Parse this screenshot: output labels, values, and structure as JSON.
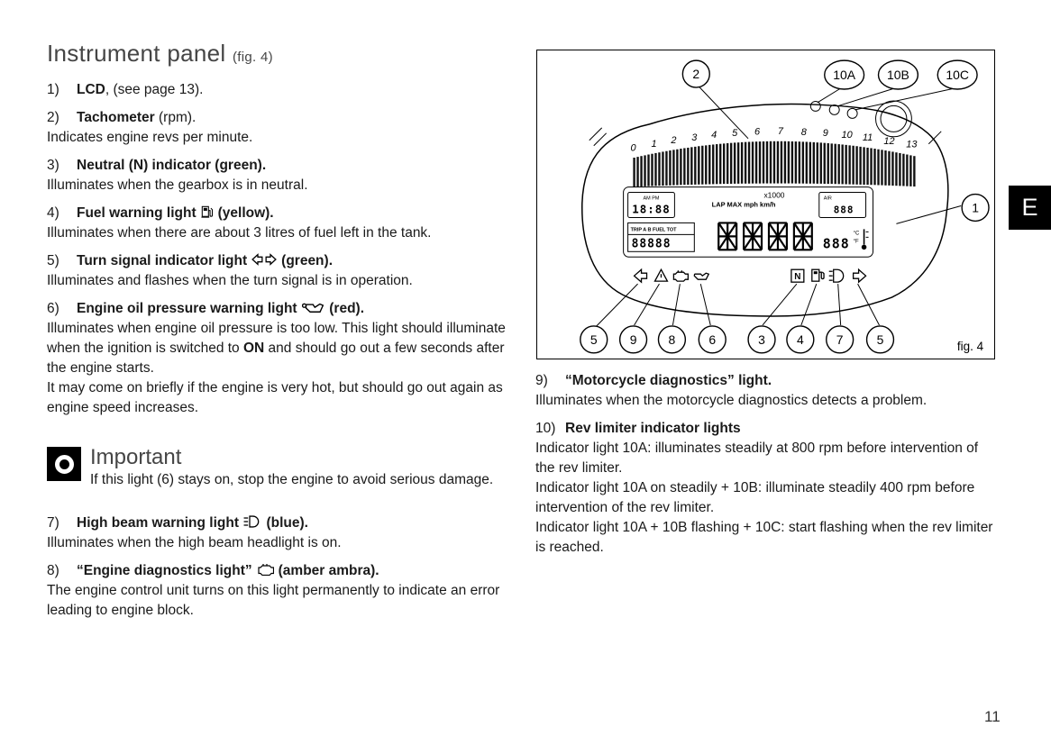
{
  "page": {
    "number": "11",
    "tab_letter": "E"
  },
  "title": {
    "main": "Instrument panel",
    "fig": "(fig. 4)"
  },
  "items": {
    "i1": {
      "num": "1)",
      "term": "LCD",
      "rest": ", (see page 13)."
    },
    "i2": {
      "num": "2)",
      "term": "Tachometer",
      "rest": " (rpm).",
      "body": "Indicates engine revs per minute."
    },
    "i3": {
      "num": "3)",
      "term": "Neutral (N) indicator (green).",
      "body": "Illuminates when the gearbox is in neutral."
    },
    "i4": {
      "num": "4)",
      "term": "Fuel warning light",
      "color": "(yellow).",
      "body": "Illuminates when there are about 3 litres of fuel left in the tank."
    },
    "i5": {
      "num": "5)",
      "term": "Turn signal indicator light",
      "color": "(green).",
      "body": "Illuminates and flashes when the turn signal is in operation."
    },
    "i6": {
      "num": "6)",
      "term": "Engine oil pressure warning light",
      "color": "(red).",
      "body_a": "Illuminates when engine oil pressure is too low. This light should illuminate when the ignition is switched to ",
      "body_on": "ON",
      "body_b": " and should go out a few seconds after the engine starts.",
      "body_c": "It may come on briefly if the engine is very hot, but should go out again as engine speed increases."
    },
    "i7": {
      "num": "7)",
      "term": "High beam warning light",
      "color": "(blue).",
      "body": "Illuminates when the high beam headlight is on."
    },
    "i8": {
      "num": "8)",
      "term": "“Engine diagnostics light”",
      "color": "(amber ambra).",
      "body": "The engine control unit turns on this light permanently to indicate an error leading to engine block."
    },
    "i9": {
      "num": "9)",
      "term": "“Motorcycle diagnostics” light",
      "rest": ".",
      "body": "Illuminates when the motorcycle diagnostics detects a problem."
    },
    "i10": {
      "num": "10)",
      "term": "Rev limiter indicator lights",
      "line1": "Indicator light 10A: illuminates steadily at 800 rpm before intervention of the rev limiter.",
      "line2": "Indicator light 10A on steadily + 10B: illuminate steadily 400 rpm before intervention of the rev limiter.",
      "line3": "Indicator light 10A + 10B flashing + 10C: start flashing when the rev limiter is reached."
    }
  },
  "important": {
    "heading": "Important",
    "body": "If this light (6) stays on, stop the engine to avoid serious damage."
  },
  "figure": {
    "label": "fig. 4",
    "callouts": {
      "c2": "2",
      "c10a": "10A",
      "c10b": "10B",
      "c10c": "10C",
      "c1": "1",
      "b1": "5",
      "b2": "9",
      "b3": "8",
      "b4": "6",
      "b5": "3",
      "b6": "4",
      "b7": "7",
      "b8": "5"
    },
    "tach": {
      "numbers": [
        "0",
        "1",
        "2",
        "3",
        "4",
        "5",
        "6",
        "7",
        "8",
        "9",
        "10",
        "11",
        "12",
        "13"
      ],
      "multiplier": "x1000"
    },
    "lcd": {
      "ampm": "AM PM",
      "clock": "18:88",
      "header": "LAP MAX mph km/h",
      "air_label": "AIR",
      "air_value": "888",
      "trip_label": "TRIP A B FUEL TOT",
      "odometer": "88888",
      "temp_value": "888",
      "temp_c": "°C",
      "temp_f": "°F",
      "neutral": "N"
    }
  }
}
